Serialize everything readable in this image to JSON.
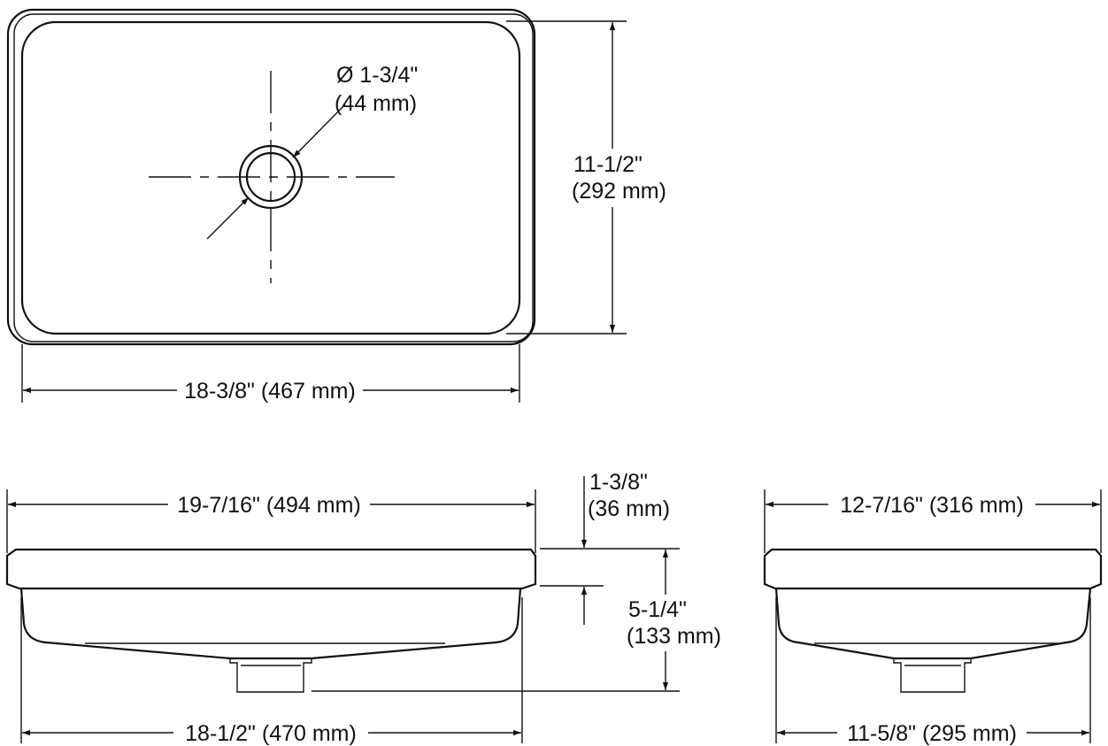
{
  "top_view": {
    "drain_diameter_in": "Ø 1-3/4\"",
    "drain_diameter_mm": "(44 mm)",
    "depth_in": "11-1/2\"",
    "depth_mm": "(292 mm)",
    "width": "18-3/8\" (467 mm)"
  },
  "front_view": {
    "top_width": "19-7/16\" (494 mm)",
    "bottom_width": "18-1/2\" (470 mm)",
    "rim_in": "1-3/8\"",
    "rim_mm": "(36 mm)",
    "height_in": "5-1/4\"",
    "height_mm": "(133 mm)"
  },
  "side_view": {
    "top_width": "12-7/16\" (316 mm)",
    "bottom_width": "11-5/8\" (295 mm)"
  }
}
